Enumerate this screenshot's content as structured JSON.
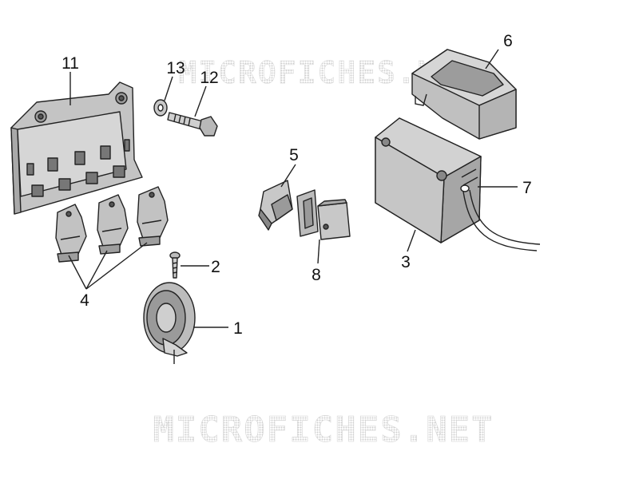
{
  "watermark": "MICROFICHES.NET",
  "callouts": {
    "c1": "1",
    "c2": "2",
    "c3": "3",
    "c4": "4",
    "c5": "5",
    "c6": "6",
    "c7": "7",
    "c8": "8",
    "c11": "11",
    "c12": "12",
    "c13": "13"
  },
  "colors": {
    "line": "#222222",
    "part_fill": "#bdbdbd",
    "part_light": "#d8d8d8",
    "part_dark": "#8c8c8c",
    "watermark": "#d4d4d4"
  }
}
